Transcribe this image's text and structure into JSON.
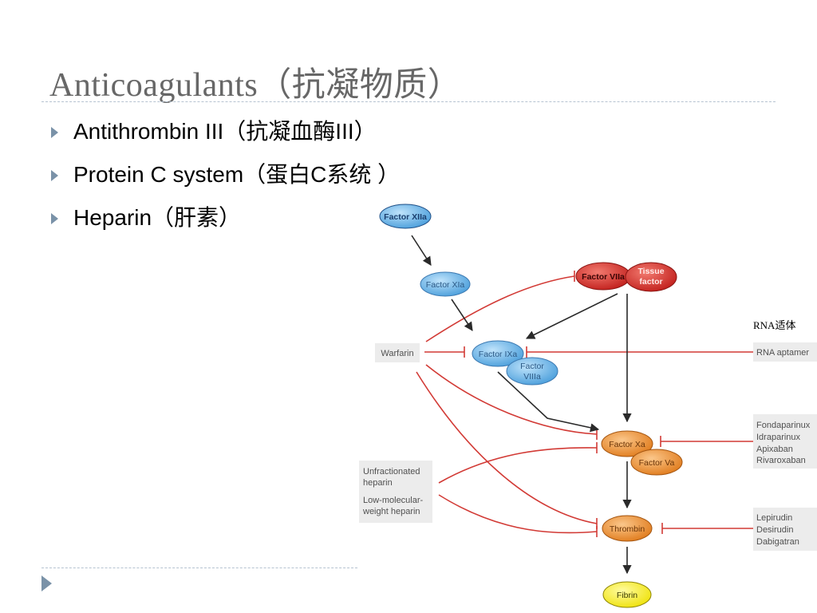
{
  "title": "Anticoagulants（抗凝物质）",
  "bullets": [
    {
      "label": "Antithrombin III（抗凝血酶III）"
    },
    {
      "label": "Protein C system（蛋白C系统 ）"
    },
    {
      "label": "Heparin（肝素）"
    }
  ],
  "diagram": {
    "nodes": {
      "factor_xiia": "Factor XIIa",
      "factor_xia": "Factor XIa",
      "factor_viia": "Factor VIIa",
      "tissue_factor": [
        "Tissue",
        "factor"
      ],
      "factor_ixa": "Factor IXa",
      "factor_viiia": [
        "Factor",
        "VIIIa"
      ],
      "factor_xa": "Factor Xa",
      "factor_va": "Factor Va",
      "thrombin": "Thrombin",
      "fibrin": "Fibrin"
    },
    "inhibitors": {
      "warfarin": "Warfarin",
      "rna_aptamer": "RNA aptamer",
      "rna_aptamer_note": "RNA适体",
      "heparins": [
        "Unfractionated",
        "heparin",
        "Low-molecular-",
        "weight heparin"
      ],
      "xa_inhibitors": [
        "Fondaparinux",
        "Idraparinux",
        "Apixaban",
        "Rivaroxaban"
      ],
      "thrombin_inhibitors": [
        "Lepirudin",
        "Desirudin",
        "Dabigatran"
      ]
    },
    "colors": {
      "blue_node": "#5aaee6",
      "red_node": "#d72f2a",
      "orange_node": "#ea8a2c",
      "yellow_node": "#f4ec1f",
      "inhibit_line": "#d23a35",
      "activation_arrow": "#2a2a2a",
      "inhibitor_box": "#ececec"
    }
  }
}
